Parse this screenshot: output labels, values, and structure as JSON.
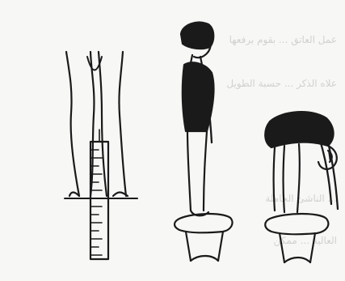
{
  "background_text": {
    "lines": [
      "",
      "عمل العاتق ... بقوم برفعها",
      "",
      "علاه الذكر ... حسبة الطويل",
      "",
      "",
      "",
      "",
      "",
      "... الناشئ الحاملة",
      "",
      "العالية ... ممكن",
      ""
    ]
  },
  "colors": {
    "ink": "#1a1a1a",
    "paper": "#f7f7f5",
    "ghost_text": "#cfcfcf"
  }
}
